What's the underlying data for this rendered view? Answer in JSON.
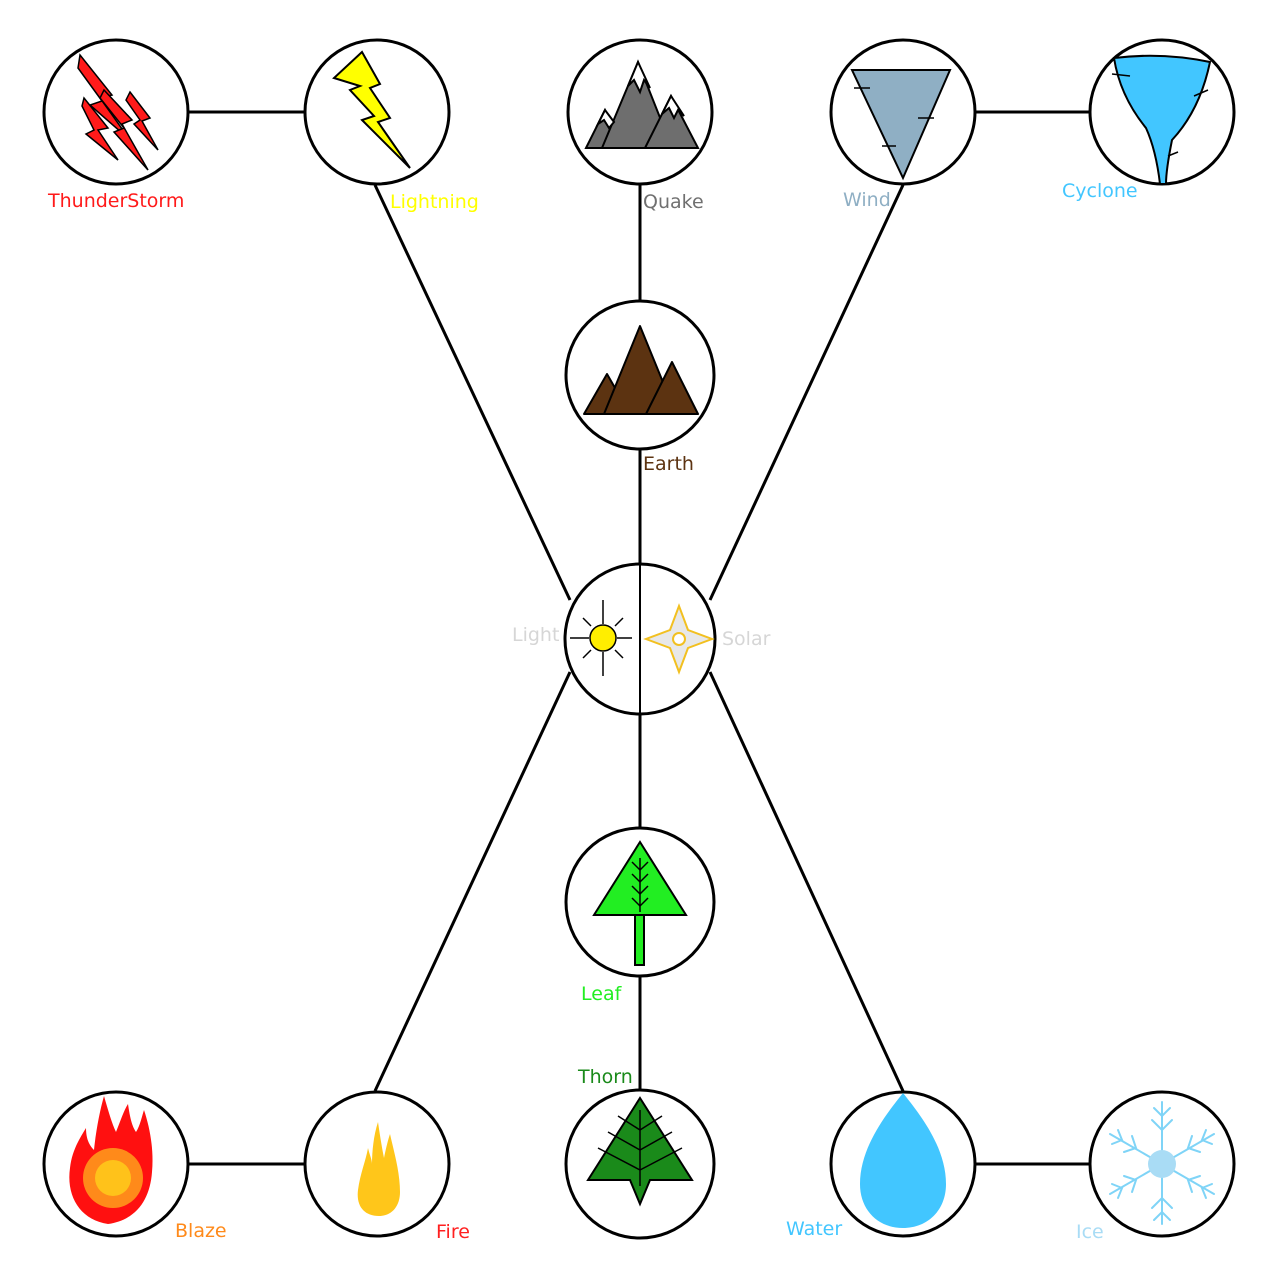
{
  "nodes": {
    "thunderstorm": {
      "label": "ThunderStorm",
      "color": "#ff1a1a",
      "icon": "thunderstorm-icon"
    },
    "lightning": {
      "label": "Lightning",
      "color": "#ffff00",
      "icon": "lightning-bolt-icon"
    },
    "quake": {
      "label": "Quake",
      "color": "#707070",
      "icon": "snowy-mountains-icon"
    },
    "wind": {
      "label": "Wind",
      "color": "#8fafc4",
      "icon": "wind-funnel-icon"
    },
    "cyclone": {
      "label": "Cyclone",
      "color": "#42c6ff",
      "icon": "cyclone-icon"
    },
    "earth": {
      "label": "Earth",
      "color": "#5c3311",
      "icon": "mountains-icon"
    },
    "light": {
      "label": "Light",
      "color": "#d6d6d6",
      "icon": "sun-icon"
    },
    "solar": {
      "label": "Solar",
      "color": "#d6d6d6",
      "icon": "star-icon"
    },
    "leaf": {
      "label": "Leaf",
      "color": "#22ee22",
      "icon": "pine-tree-icon"
    },
    "thorn": {
      "label": "Thorn",
      "color": "#1a8a1a",
      "icon": "leaf-icon"
    },
    "blaze": {
      "label": "Blaze",
      "color": "#ff8a1a",
      "icon": "blaze-icon"
    },
    "fire": {
      "label": "Fire",
      "color": "#ff2020",
      "icon": "flame-icon"
    },
    "water": {
      "label": "Water",
      "color": "#42c6ff",
      "icon": "water-drop-icon"
    },
    "ice": {
      "label": "Ice",
      "color": "#a9dcf5",
      "icon": "snowflake-icon"
    }
  }
}
